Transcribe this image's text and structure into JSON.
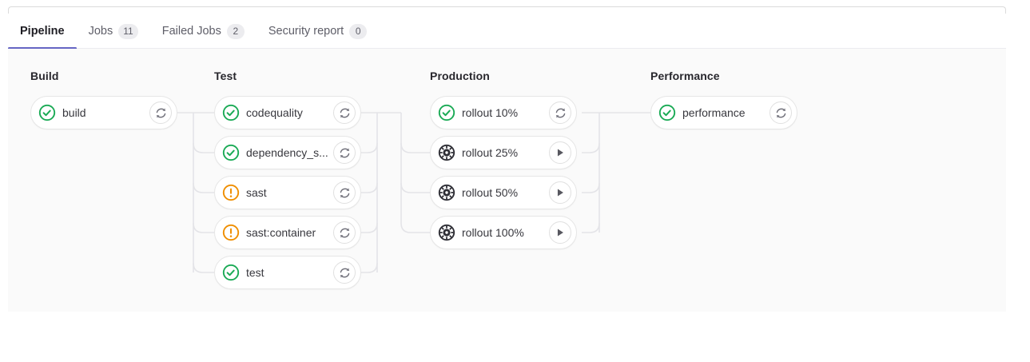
{
  "tabs": [
    {
      "label": "Pipeline",
      "badge": null,
      "active": true,
      "name": "tab-pipeline"
    },
    {
      "label": "Jobs",
      "badge": "11",
      "active": false,
      "name": "tab-jobs"
    },
    {
      "label": "Failed Jobs",
      "badge": "2",
      "active": false,
      "name": "tab-failed-jobs"
    },
    {
      "label": "Security report",
      "badge": "0",
      "active": false,
      "name": "tab-security-report"
    }
  ],
  "colors": {
    "accent": "#6666c4",
    "success": "#1aaa55",
    "warning": "#ef8e00",
    "manual": "#2e2e35",
    "panel_bg": "#fafafa",
    "border": "#e6e6e6",
    "text": "#37373d"
  },
  "pipeline": {
    "stages": [
      {
        "title": "Build",
        "jobs": [
          {
            "name": "build",
            "status": "success",
            "status_icon": "check-circle-icon",
            "action": "retry",
            "action_icon": "retry-icon"
          }
        ]
      },
      {
        "title": "Test",
        "jobs": [
          {
            "name": "codequality",
            "status": "success",
            "status_icon": "check-circle-icon",
            "action": "retry",
            "action_icon": "retry-icon"
          },
          {
            "name": "dependency_s...",
            "status": "success",
            "status_icon": "check-circle-icon",
            "action": "retry",
            "action_icon": "retry-icon"
          },
          {
            "name": "sast",
            "status": "warning",
            "status_icon": "warning-circle-icon",
            "action": "retry",
            "action_icon": "retry-icon"
          },
          {
            "name": "sast:container",
            "status": "warning",
            "status_icon": "warning-circle-icon",
            "action": "retry",
            "action_icon": "retry-icon"
          },
          {
            "name": "test",
            "status": "success",
            "status_icon": "check-circle-icon",
            "action": "retry",
            "action_icon": "retry-icon"
          }
        ]
      },
      {
        "title": "Production",
        "jobs": [
          {
            "name": "rollout 10%",
            "status": "success",
            "status_icon": "check-circle-icon",
            "action": "retry",
            "action_icon": "retry-icon"
          },
          {
            "name": "rollout 25%",
            "status": "manual",
            "status_icon": "manual-gear-icon",
            "action": "play",
            "action_icon": "play-icon"
          },
          {
            "name": "rollout 50%",
            "status": "manual",
            "status_icon": "manual-gear-icon",
            "action": "play",
            "action_icon": "play-icon"
          },
          {
            "name": "rollout 100%",
            "status": "manual",
            "status_icon": "manual-gear-icon",
            "action": "play",
            "action_icon": "play-icon"
          }
        ]
      },
      {
        "title": "Performance",
        "jobs": [
          {
            "name": "performance",
            "status": "success",
            "status_icon": "check-circle-icon",
            "action": "retry",
            "action_icon": "retry-icon"
          }
        ]
      }
    ]
  }
}
